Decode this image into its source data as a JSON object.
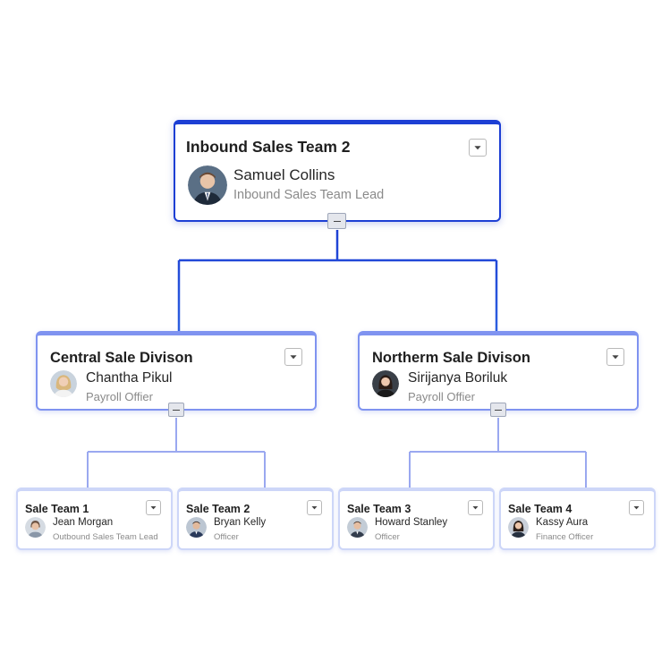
{
  "root": {
    "title": "Inbound Sales Team 2",
    "name": "Samuel Collins",
    "role": "Inbound Sales Team Lead"
  },
  "divisions": [
    {
      "title": "Central Sale Divison",
      "name": "Chantha Pikul",
      "role": "Payroll Offier"
    },
    {
      "title": "Northerm Sale Divison",
      "name": "Sirijanya Boriluk",
      "role": "Payroll Offier"
    }
  ],
  "teams": [
    {
      "title": "Sale Team 1",
      "name": "Jean Morgan",
      "role": "Outbound Sales Team Lead"
    },
    {
      "title": "Sale Team 2",
      "name": "Bryan Kelly",
      "role": "Officer"
    },
    {
      "title": "Sale Team 3",
      "name": "Howard Stanley",
      "role": "Officer"
    },
    {
      "title": "Sale Team 4",
      "name": "Kassy Aura",
      "role": "Finance Officer"
    }
  ],
  "icons": {
    "dropdown": "chevron-down-icon",
    "collapse": "minus-icon"
  },
  "colors": {
    "root_accent": "#1d3fd4",
    "division_accent": "#7f93f0",
    "team_accent": "#cdd6f8"
  }
}
